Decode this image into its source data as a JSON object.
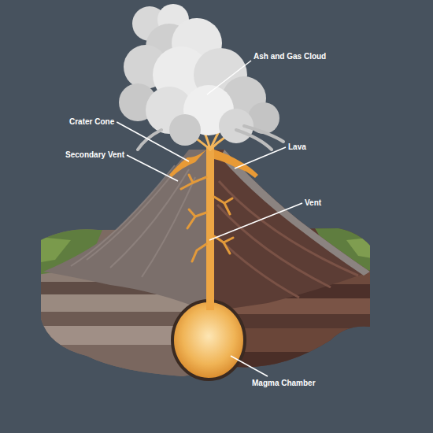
{
  "diagram": {
    "labels": [
      "Ash and Gas Cloud",
      "Crater Cone",
      "Secondary Vent",
      "Lava",
      "Vent",
      "Magma Chamber"
    ]
  }
}
